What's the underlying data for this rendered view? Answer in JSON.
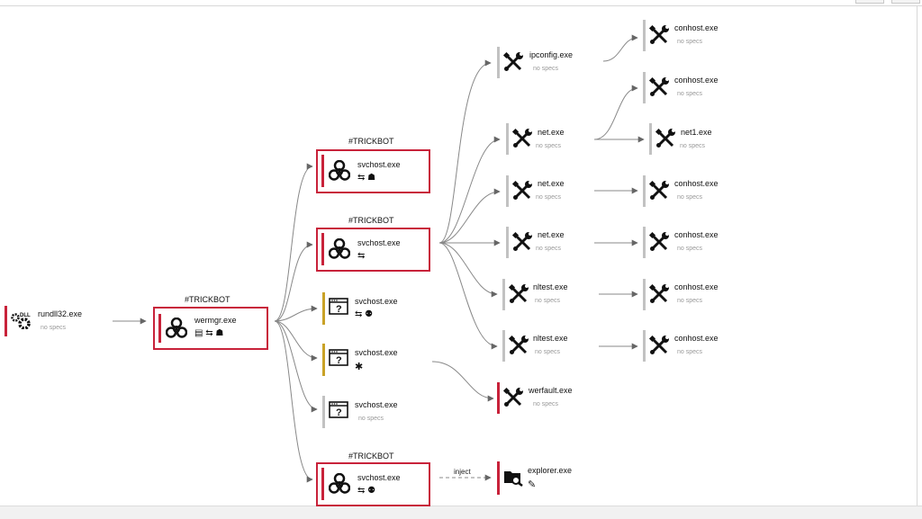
{
  "tag": "#TRICKBOT",
  "no_specs": "no specs",
  "edge_label": "inject",
  "colors": {
    "malicious": "#c8223a",
    "suspicious": "#c9a227",
    "neutral": "#c2c2c2"
  },
  "nodes": {
    "rundll32": {
      "name": "rundll32.exe",
      "icon": "gear-dll-icon"
    },
    "wermgr": {
      "name": "wermgr.exe",
      "icon": "biohazard-icon",
      "tag": "#TRICKBOT"
    },
    "svchost1": {
      "name": "svchost.exe",
      "icon": "biohazard-icon",
      "tag": "#TRICKBOT"
    },
    "svchost2": {
      "name": "svchost.exe",
      "icon": "biohazard-icon",
      "tag": "#TRICKBOT"
    },
    "svchost3": {
      "name": "svchost.exe",
      "icon": "unknown-window-icon"
    },
    "svchost4": {
      "name": "svchost.exe",
      "icon": "unknown-window-icon"
    },
    "svchost5": {
      "name": "svchost.exe",
      "icon": "unknown-window-icon",
      "specs": "no specs"
    },
    "svchost6": {
      "name": "svchost.exe",
      "icon": "biohazard-icon",
      "tag": "#TRICKBOT"
    },
    "ipconfig": {
      "name": "ipconfig.exe",
      "icon": "tools-icon",
      "specs": "no specs"
    },
    "net1": {
      "name": "net.exe",
      "icon": "tools-icon",
      "specs": "no specs"
    },
    "net2": {
      "name": "net.exe",
      "icon": "tools-icon",
      "specs": "no specs"
    },
    "net3": {
      "name": "net.exe",
      "icon": "tools-icon",
      "specs": "no specs"
    },
    "nltest1": {
      "name": "nltest.exe",
      "icon": "tools-icon",
      "specs": "no specs"
    },
    "nltest2": {
      "name": "nltest.exe",
      "icon": "tools-icon",
      "specs": "no specs"
    },
    "werfault": {
      "name": "werfault.exe",
      "icon": "tools-icon",
      "specs": "no specs"
    },
    "explorer": {
      "name": "explorer.exe",
      "icon": "folder-search-icon"
    },
    "conhost1": {
      "name": "conhost.exe",
      "icon": "tools-icon",
      "specs": "no specs"
    },
    "conhost2": {
      "name": "conhost.exe",
      "icon": "tools-icon",
      "specs": "no specs"
    },
    "net1exe": {
      "name": "net1.exe",
      "icon": "tools-icon",
      "specs": "no specs"
    },
    "conhost3": {
      "name": "conhost.exe",
      "icon": "tools-icon",
      "specs": "no specs"
    },
    "conhost4": {
      "name": "conhost.exe",
      "icon": "tools-icon",
      "specs": "no specs"
    },
    "conhost5": {
      "name": "conhost.exe",
      "icon": "tools-icon",
      "specs": "no specs"
    },
    "conhost6": {
      "name": "conhost.exe",
      "icon": "tools-icon",
      "specs": "no specs"
    }
  }
}
